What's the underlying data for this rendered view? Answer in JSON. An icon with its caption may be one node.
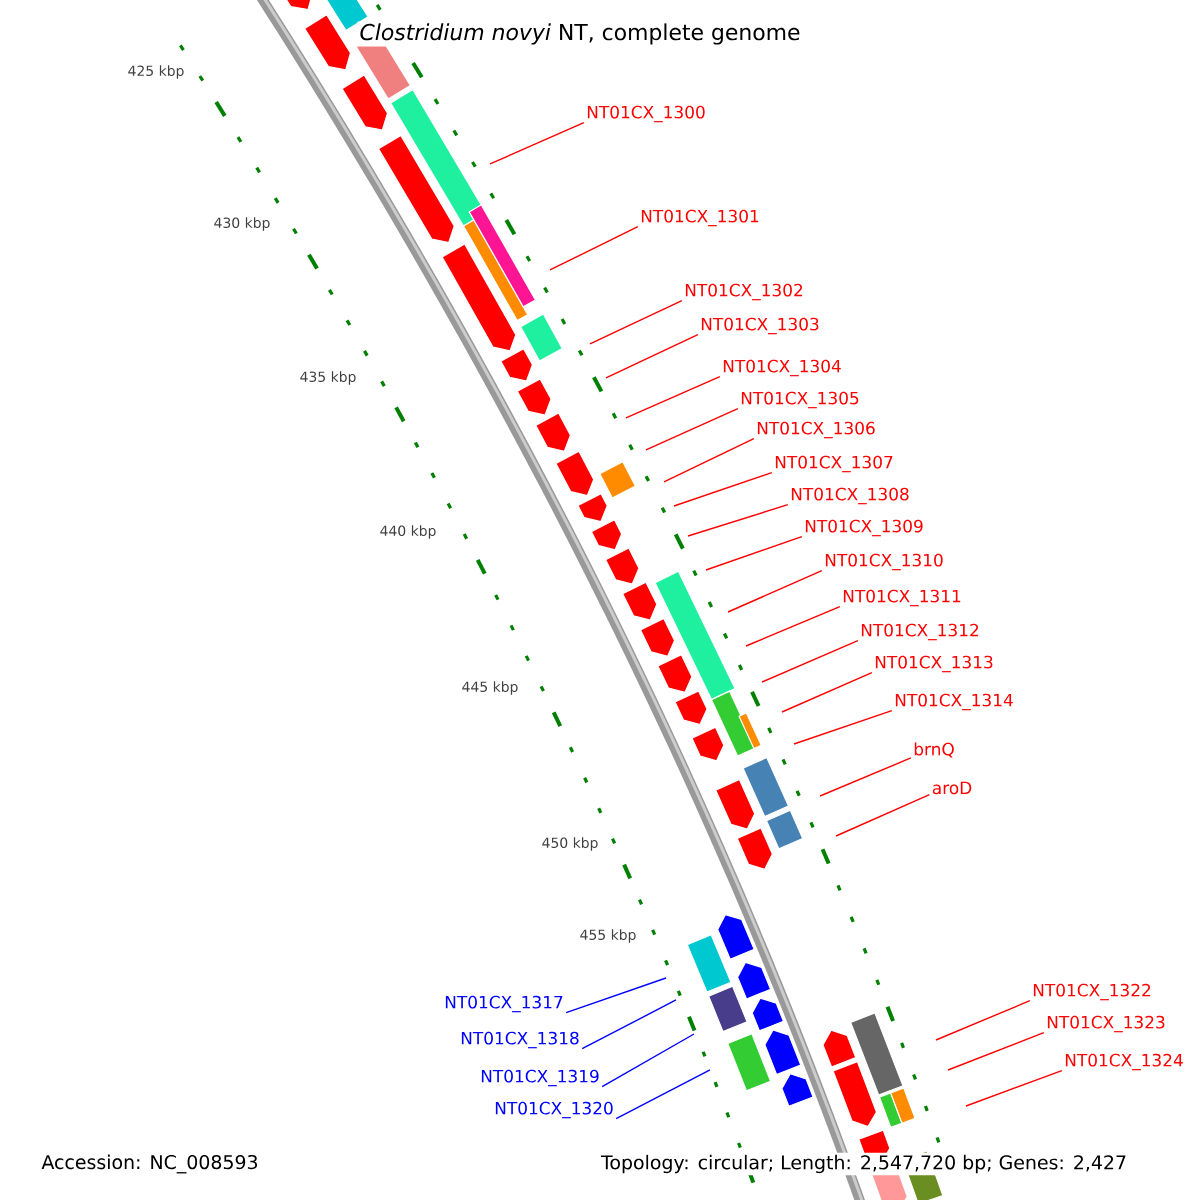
{
  "diagram": {
    "title": "*Clostridium novyi* NT, complete genome",
    "nodes": [
      {
        "text": [
          "NT01CX_1300"
        ]
      },
      {
        "text": [
          "NT01CX_1301"
        ]
      },
      {
        "text": [
          "NT01CX_1302"
        ]
      },
      {
        "text": [
          "NT01CX_1303"
        ]
      },
      {
        "text": [
          "NT01CX_1304"
        ]
      },
      {
        "text": [
          "NT01CX_1305"
        ]
      },
      {
        "text": [
          "NT01CX_1306"
        ]
      },
      {
        "text": [
          "NT01CX_1307"
        ]
      },
      {
        "text": [
          "NT01CX_1308"
        ]
      },
      {
        "text": [
          "NT01CX_1309"
        ]
      },
      {
        "text": [
          "NT01CX_1310"
        ]
      },
      {
        "text": [
          "NT01CX_1311"
        ]
      },
      {
        "text": [
          "NT01CX_1312"
        ]
      },
      {
        "text": [
          "NT01CX_1313"
        ]
      },
      {
        "text": [
          "NT01CX_1314"
        ]
      },
      {
        "text": [
          "brnQ"
        ]
      },
      {
        "text": [
          "aroD"
        ]
      },
      {
        "text": [
          "NT01CX_1317"
        ]
      },
      {
        "text": [
          "NT01CX_1318"
        ]
      },
      {
        "text": [
          "NT01CX_1319"
        ]
      },
      {
        "text": [
          "NT01CX_1320"
        ]
      },
      {
        "text": [
          "NT01CX_1322"
        ]
      },
      {
        "text": [
          "NT01CX_1323"
        ]
      },
      {
        "text": [
          "NT01CX_1324"
        ]
      }
    ],
    "edges": [
      {
        "from": 0,
        "to": null,
        "arrow": "none"
      },
      {
        "from": 1,
        "to": null,
        "arrow": "none"
      },
      {
        "from": 2,
        "to": null,
        "arrow": "none"
      },
      {
        "from": 3,
        "to": null,
        "arrow": "none"
      },
      {
        "from": 4,
        "to": null,
        "arrow": "none"
      },
      {
        "from": 5,
        "to": null,
        "arrow": "none"
      },
      {
        "from": 6,
        "to": null,
        "arrow": "none"
      },
      {
        "from": 7,
        "to": null,
        "arrow": "none"
      },
      {
        "from": 8,
        "to": null,
        "arrow": "none"
      },
      {
        "from": 9,
        "to": null,
        "arrow": "none"
      },
      {
        "from": 10,
        "to": null,
        "arrow": "none"
      },
      {
        "from": 11,
        "to": null,
        "arrow": "none"
      },
      {
        "from": 12,
        "to": null,
        "arrow": "none"
      },
      {
        "from": 13,
        "to": null,
        "arrow": "none"
      },
      {
        "from": 14,
        "to": null,
        "arrow": "none"
      },
      {
        "from": 15,
        "to": null,
        "arrow": "none"
      },
      {
        "from": 16,
        "to": null,
        "arrow": "none"
      },
      {
        "from": 17,
        "to": null,
        "arrow": "none",
        "color": "#0000ff"
      },
      {
        "from": 18,
        "to": null,
        "arrow": "none",
        "color": "#0000ff"
      },
      {
        "from": 19,
        "to": null,
        "arrow": "none",
        "color": "#0000ff"
      },
      {
        "from": 20,
        "to": null,
        "arrow": "none",
        "color": "#0000ff"
      },
      {
        "from": 21,
        "to": null,
        "arrow": "none"
      },
      {
        "from": 22,
        "to": null,
        "arrow": "none"
      },
      {
        "from": 23,
        "to": null,
        "arrow": "none"
      }
    ],
    "labels": [
      "425 kbp",
      "430 kbp",
      "435 kbp",
      "440 kbp",
      "445 kbp",
      "450 kbp",
      "455 kbp",
      "Accession: NC_008593",
      "Topology: circular; Length: 2,547,720 bp; Genes: 2,427"
    ]
  }
}
